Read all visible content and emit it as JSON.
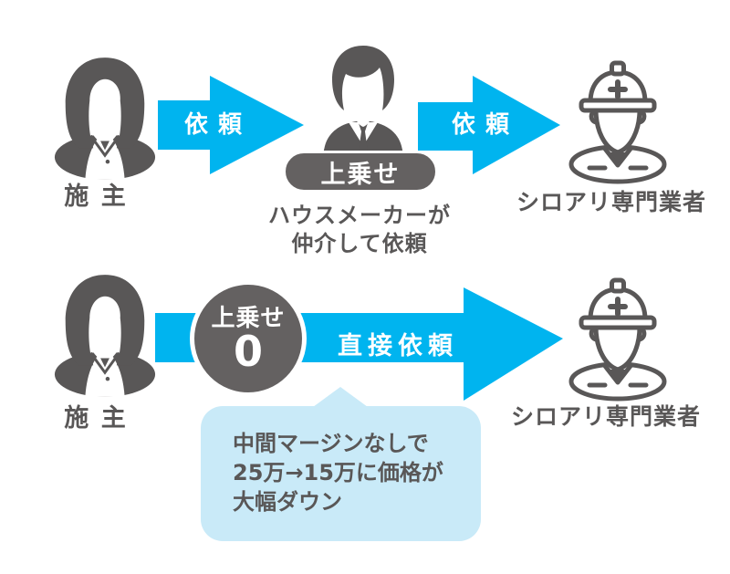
{
  "colors": {
    "accent_cyan": "#00b4ef",
    "bubble_blue": "#c9eaf8",
    "icon_gray": "#595757",
    "badge_gray": "#646161",
    "text_gray": "#595757"
  },
  "icons": {
    "owner": "woman-homeowner-icon",
    "middleman": "businessman-suit-icon",
    "specialist": "construction-worker-helmet-icon"
  },
  "top_flow": {
    "owner": {
      "label": "施 主"
    },
    "arrow1": {
      "label": "依 頼"
    },
    "middleman": {
      "badge": "上乗せ",
      "caption_line1": "ハウスメーカーが",
      "caption_line2": "仲介して依頼"
    },
    "arrow2": {
      "label": "依 頼"
    },
    "specialist": {
      "label": "シロアリ専門業者"
    }
  },
  "bottom_flow": {
    "owner": {
      "label": "施 主"
    },
    "markup_circle": {
      "label": "上乗せ",
      "value": "0"
    },
    "arrow": {
      "label": "直接依頼"
    },
    "specialist": {
      "label": "シロアリ専門業者"
    },
    "note_bubble": {
      "line1": "中間マージンなしで",
      "line2": "25万→15万に価格が",
      "line3": "大幅ダウン"
    }
  }
}
